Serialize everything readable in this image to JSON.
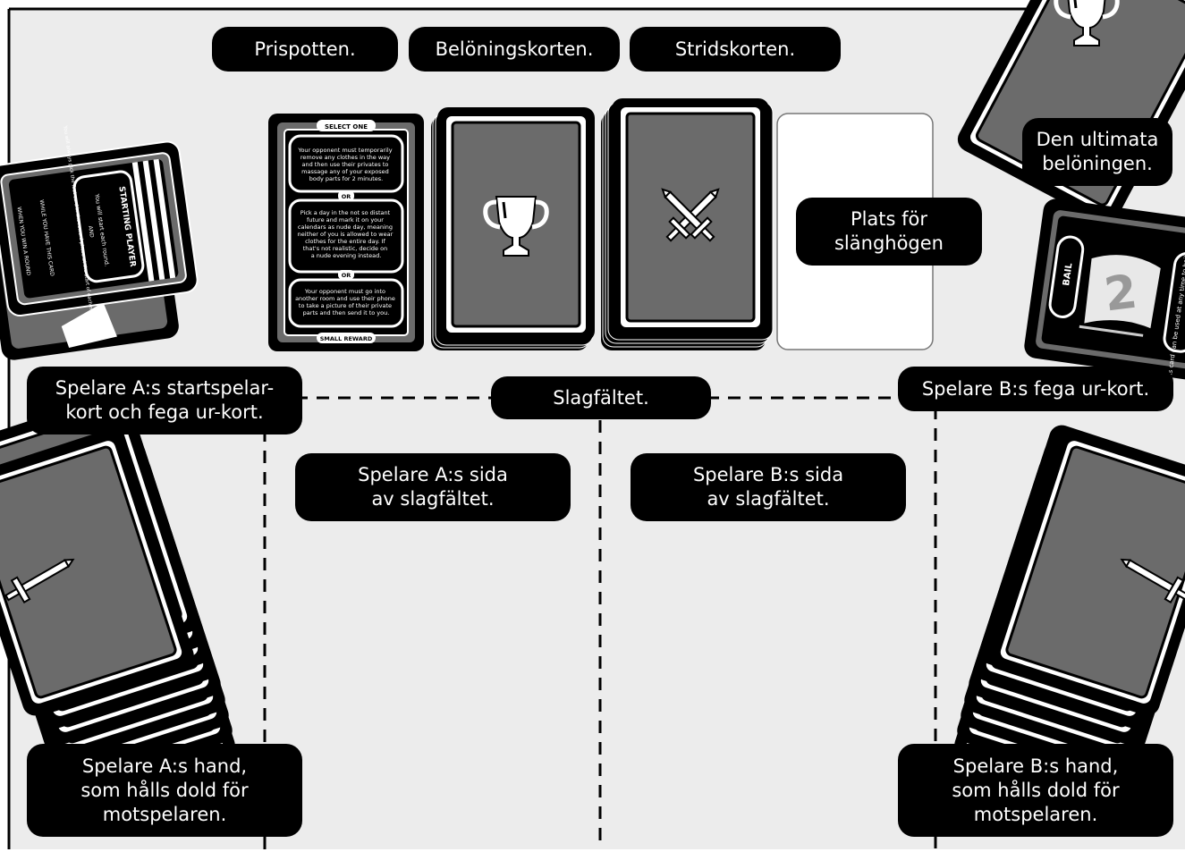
{
  "labels": {
    "prize_pot": "Prispotten.",
    "reward_cards": "Belöningskorten.",
    "battle_cards": "Stridskorten.",
    "ultimate_reward": "Den ultimata\nbelöningen.",
    "discard_place": "Plats för\nslänghögen",
    "player_a_start": "Spelare A:s startspelar-\nkort och fega ur-kort.",
    "battlefield": "Slagfältet.",
    "player_b_chicken": "Spelare B:s fega ur-kort.",
    "player_a_side": "Spelare A:s sida\nav slagfältet.",
    "player_b_side": "Spelare B:s sida\nav slagfältet.",
    "player_a_hand": "Spelare A:s hand,\nsom hålls dold för\nmotspelaren.",
    "player_b_hand": "Spelare B:s hand,\nsom hålls dold för\nmotspelaren."
  },
  "prize_card": {
    "header": "SELECT ONE",
    "options": [
      "Your opponent must temporarily remove any clothes in the way and then use their privates to massage any of your exposed body parts for 2 minutes.",
      "Pick a day in the not so distant future and mark it on your calendars as nude day, meaning neither of you is allowed to wear clothes for the entire day. If that's not realistic, decide on a nude evening instead.",
      "Your opponent must go into another room and use their phone to take a picture of their private parts and then send it to you."
    ],
    "separator": "OR",
    "footer": "SMALL REWARD"
  },
  "starting_player_card": {
    "title": "STARTING PLAYER",
    "body": "You will start each round.",
    "connector": "AND",
    "extra": "You will always pick the first card in the reward phase at the start of each new round.",
    "footer": "WHILE YOU HAVE THIS CARD",
    "edge_text": "WHEN YOU WIN A ROUND"
  },
  "bail_card": {
    "title": "BAIL",
    "number": "2",
    "note": "This card can be used at any time to bail out from..."
  },
  "icons": {
    "reward": "trophy-icon",
    "battle": "crossed-swords-icon"
  },
  "colors": {
    "card_back": "#6b6b6b",
    "label_bg": "#000000",
    "table": "#ececec"
  }
}
